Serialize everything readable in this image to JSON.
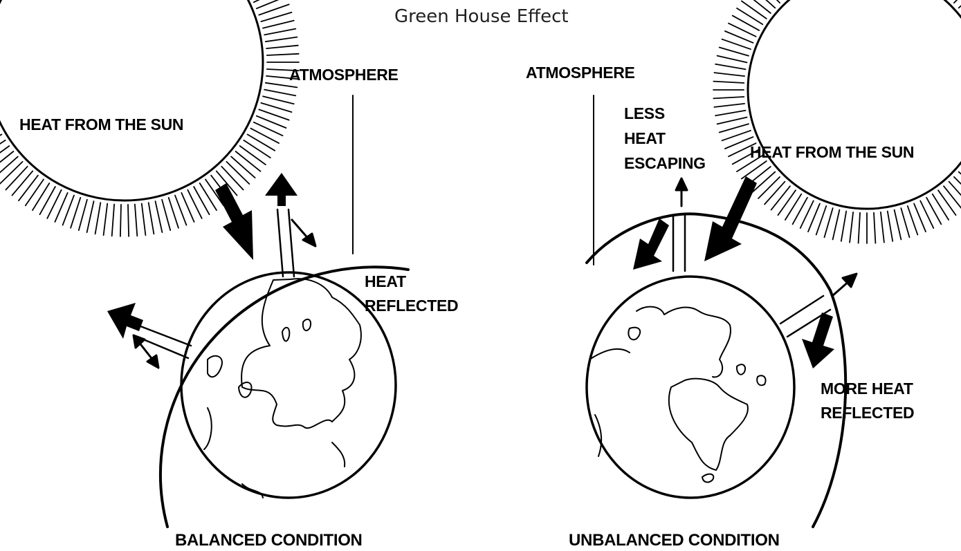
{
  "title": "Green House Effect",
  "colors": {
    "ink": "#000000",
    "background": "#ffffff"
  },
  "left_panel": {
    "sun_label": "HEAT FROM THE SUN",
    "atmosphere_label": "ATMOSPHERE",
    "reflected_label_line1": "HEAT",
    "reflected_label_line2": "REFLECTED",
    "caption": "BALANCED CONDITION"
  },
  "right_panel": {
    "atmosphere_label": "ATMOSPHERE",
    "escaping_label_line1": "LESS",
    "escaping_label_line2": "HEAT",
    "escaping_label_line3": "ESCAPING",
    "sun_label": "HEAT FROM THE SUN",
    "reflected_label_line1": "MORE HEAT",
    "reflected_label_line2": "REFLECTED",
    "caption": "UNBALANCED CONDITION"
  }
}
